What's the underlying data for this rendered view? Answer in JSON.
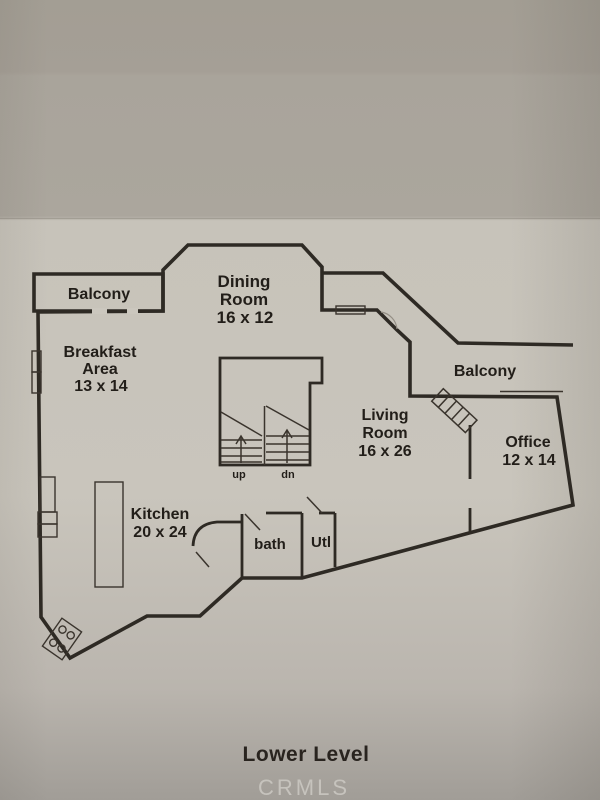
{
  "floor_plan": {
    "title": "Lower Level",
    "watermark": "CRMLS",
    "balconies": [
      {
        "label": "Balcony",
        "position": "upper-left"
      },
      {
        "label": "Balcony",
        "position": "right"
      }
    ],
    "rooms": [
      {
        "name": "Dining Room",
        "size": "16 x 12",
        "lines": [
          "Dining",
          "Room",
          "16 x 12"
        ]
      },
      {
        "name": "Breakfast Area",
        "size": "13 x 14",
        "lines": [
          "Breakfast",
          "Area",
          "13 x 14"
        ]
      },
      {
        "name": "Living Room",
        "size": "16 x 26",
        "lines": [
          "Living",
          "Room",
          "16 x 26"
        ]
      },
      {
        "name": "Office",
        "size": "12 x 14",
        "lines": [
          "Office",
          "12 x 14"
        ]
      },
      {
        "name": "Kitchen",
        "size": "20 x 24",
        "lines": [
          "Kitchen",
          "20 x 24"
        ]
      },
      {
        "name": "bath",
        "size": "",
        "lines": [
          "bath"
        ]
      },
      {
        "name": "Utl",
        "size": "",
        "lines": [
          "Utl"
        ]
      }
    ],
    "stairs": {
      "up_label": "up",
      "down_label": "dn"
    },
    "colors": {
      "wall": "#2e2a24",
      "room_fill": "#b5afa6",
      "paper": "#c8c4bb",
      "balcony_fill": "#cbc7be",
      "text": "#221e19",
      "watermark": "#c6c3bd"
    }
  }
}
